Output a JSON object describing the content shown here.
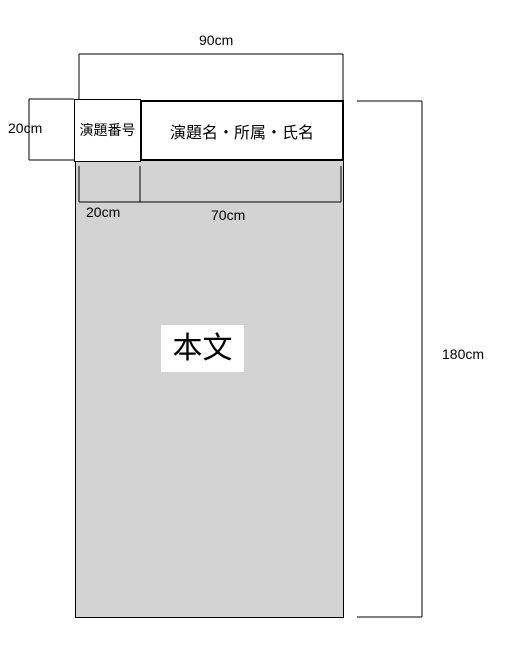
{
  "dimensions": {
    "total_width": "90cm",
    "total_height": "180cm",
    "header_height": "20cm",
    "number_width": "20cm",
    "title_width": "70cm"
  },
  "boxes": {
    "number": "演題番号",
    "title": "演題名・所属・氏名",
    "body": "本文"
  },
  "colors": {
    "poster_fill": "#d3d3d3",
    "line": "#000000",
    "box_fill": "#ffffff"
  }
}
